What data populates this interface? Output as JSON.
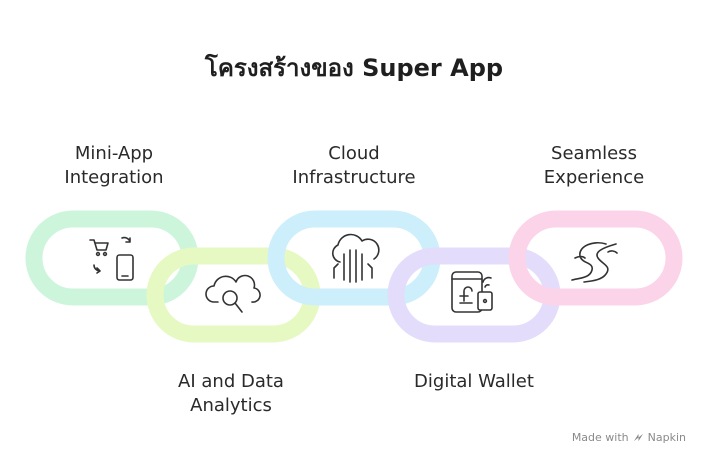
{
  "title": "โครงสร้างของ Super App",
  "links": [
    {
      "label": "Mini-App\nIntegration",
      "color": "#cdf5dc",
      "icon": "cart-phone-icon"
    },
    {
      "label": "AI and Data\nAnalytics",
      "color": "#e6f9c2",
      "icon": "cloud-search-icon"
    },
    {
      "label": "Cloud\nInfrastructure",
      "color": "#cdeefb",
      "icon": "cloud-circuit-icon"
    },
    {
      "label": "Digital Wallet",
      "color": "#e4dcfb",
      "icon": "wallet-pound-icon"
    },
    {
      "label": "Seamless\nExperience",
      "color": "#fcd4ea",
      "icon": "winding-road-icon"
    }
  ],
  "footer": {
    "prefix": "Made with",
    "brand": "Napkin"
  }
}
